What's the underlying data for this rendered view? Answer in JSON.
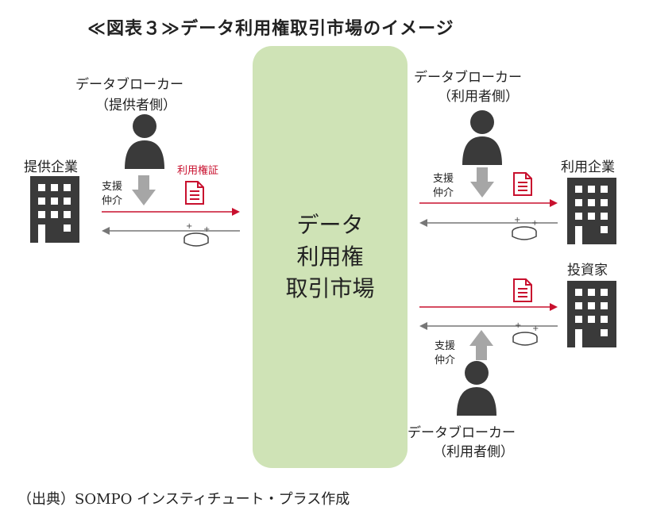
{
  "title": "≪図表３≫データ利用権取引市場のイメージ",
  "market": {
    "label": "データ\n利用権\n取引市場"
  },
  "left": {
    "broker_title": "データブローカー",
    "broker_role": "（提供者側）",
    "company": "提供企業",
    "support": [
      "支援",
      "仲介"
    ],
    "right_label": "利用権証"
  },
  "right_top": {
    "broker_title": "データブローカー",
    "broker_role": "（利用者側）",
    "company": "利用企業",
    "support": [
      "支援",
      "仲介"
    ]
  },
  "right_bottom": {
    "investor": "投資家",
    "support": [
      "支援",
      "仲介"
    ],
    "broker_title": "データブローカー",
    "broker_role": "（利用者側）"
  },
  "source": "（出典）SOMPO インスティチュート・プラス作成",
  "colors": {
    "market": "#cfe3b6",
    "right_arrow": "#c8102e",
    "money_arrow": "#777777",
    "icon": "#3a3a3a"
  },
  "icons": [
    "person-icon",
    "building-icon",
    "document-icon",
    "coin-icon",
    "up-arrow-icon",
    "down-arrow-icon"
  ]
}
